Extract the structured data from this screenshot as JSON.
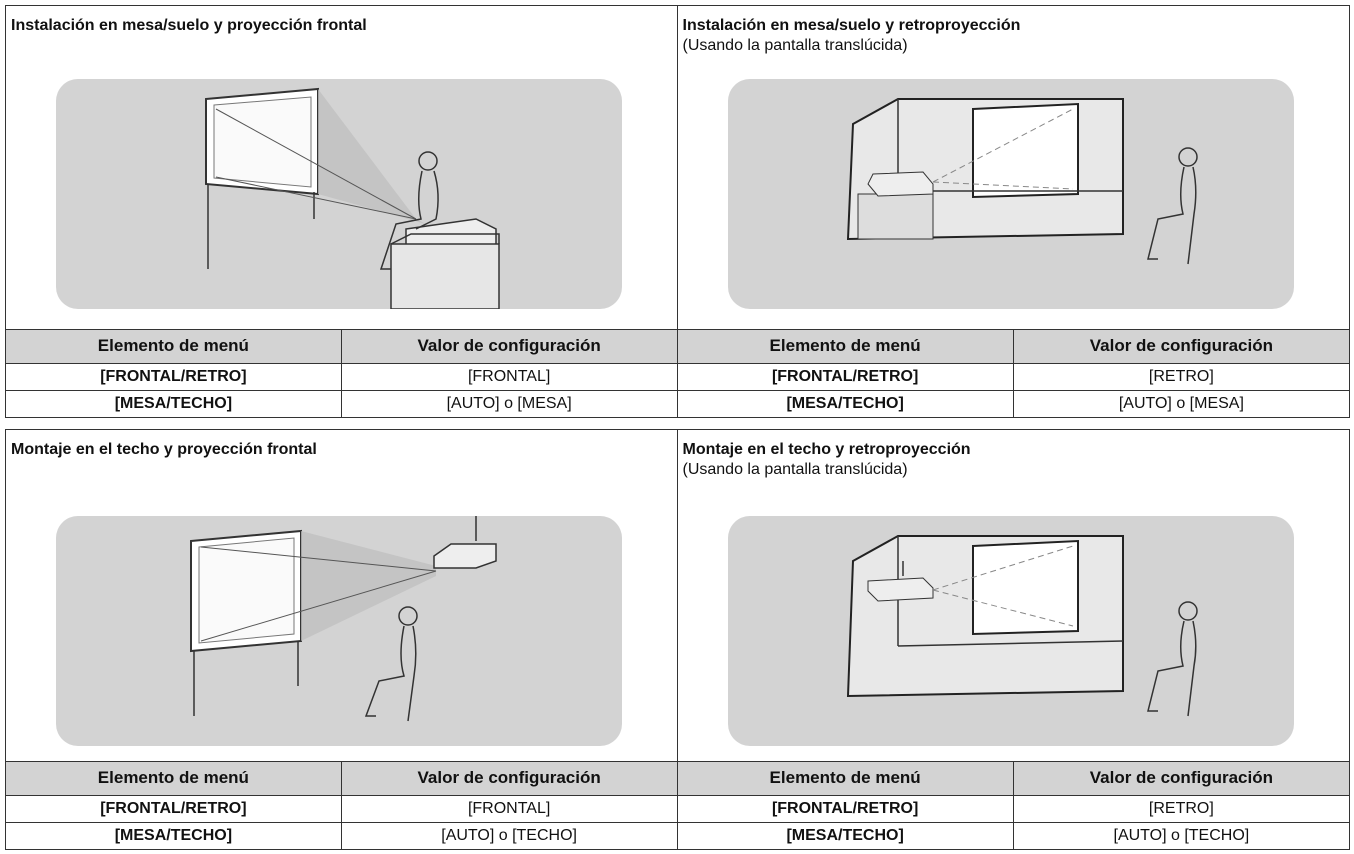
{
  "columns": {
    "item_header": "Elemento de menú",
    "value_header": "Valor de configuración"
  },
  "panels": [
    {
      "title": "Instalación en mesa/suelo y proyección frontal",
      "subtitle": "",
      "rows": [
        {
          "item": "[FRONTAL/RETRO]",
          "value": "[FRONTAL]"
        },
        {
          "item": "[MESA/TECHO]",
          "value": "[AUTO] o [MESA]"
        }
      ]
    },
    {
      "title": "Instalación en mesa/suelo y retroproyección",
      "subtitle": "(Usando la pantalla translúcida)",
      "rows": [
        {
          "item": "[FRONTAL/RETRO]",
          "value": "[RETRO]"
        },
        {
          "item": "[MESA/TECHO]",
          "value": "[AUTO] o [MESA]"
        }
      ]
    },
    {
      "title": "Montaje en el techo y proyección frontal",
      "subtitle": "",
      "rows": [
        {
          "item": "[FRONTAL/RETRO]",
          "value": "[FRONTAL]"
        },
        {
          "item": "[MESA/TECHO]",
          "value": "[AUTO] o [TECHO]"
        }
      ]
    },
    {
      "title": "Montaje en el techo y retroproyección",
      "subtitle": "(Usando la pantalla translúcida)",
      "rows": [
        {
          "item": "[FRONTAL/RETRO]",
          "value": "[RETRO]"
        },
        {
          "item": "[MESA/TECHO]",
          "value": "[AUTO] o [TECHO]"
        }
      ]
    }
  ],
  "colors": {
    "illustration_bg": "#d3d3d3",
    "header_bg": "#d3d3d3",
    "border": "#333333"
  }
}
